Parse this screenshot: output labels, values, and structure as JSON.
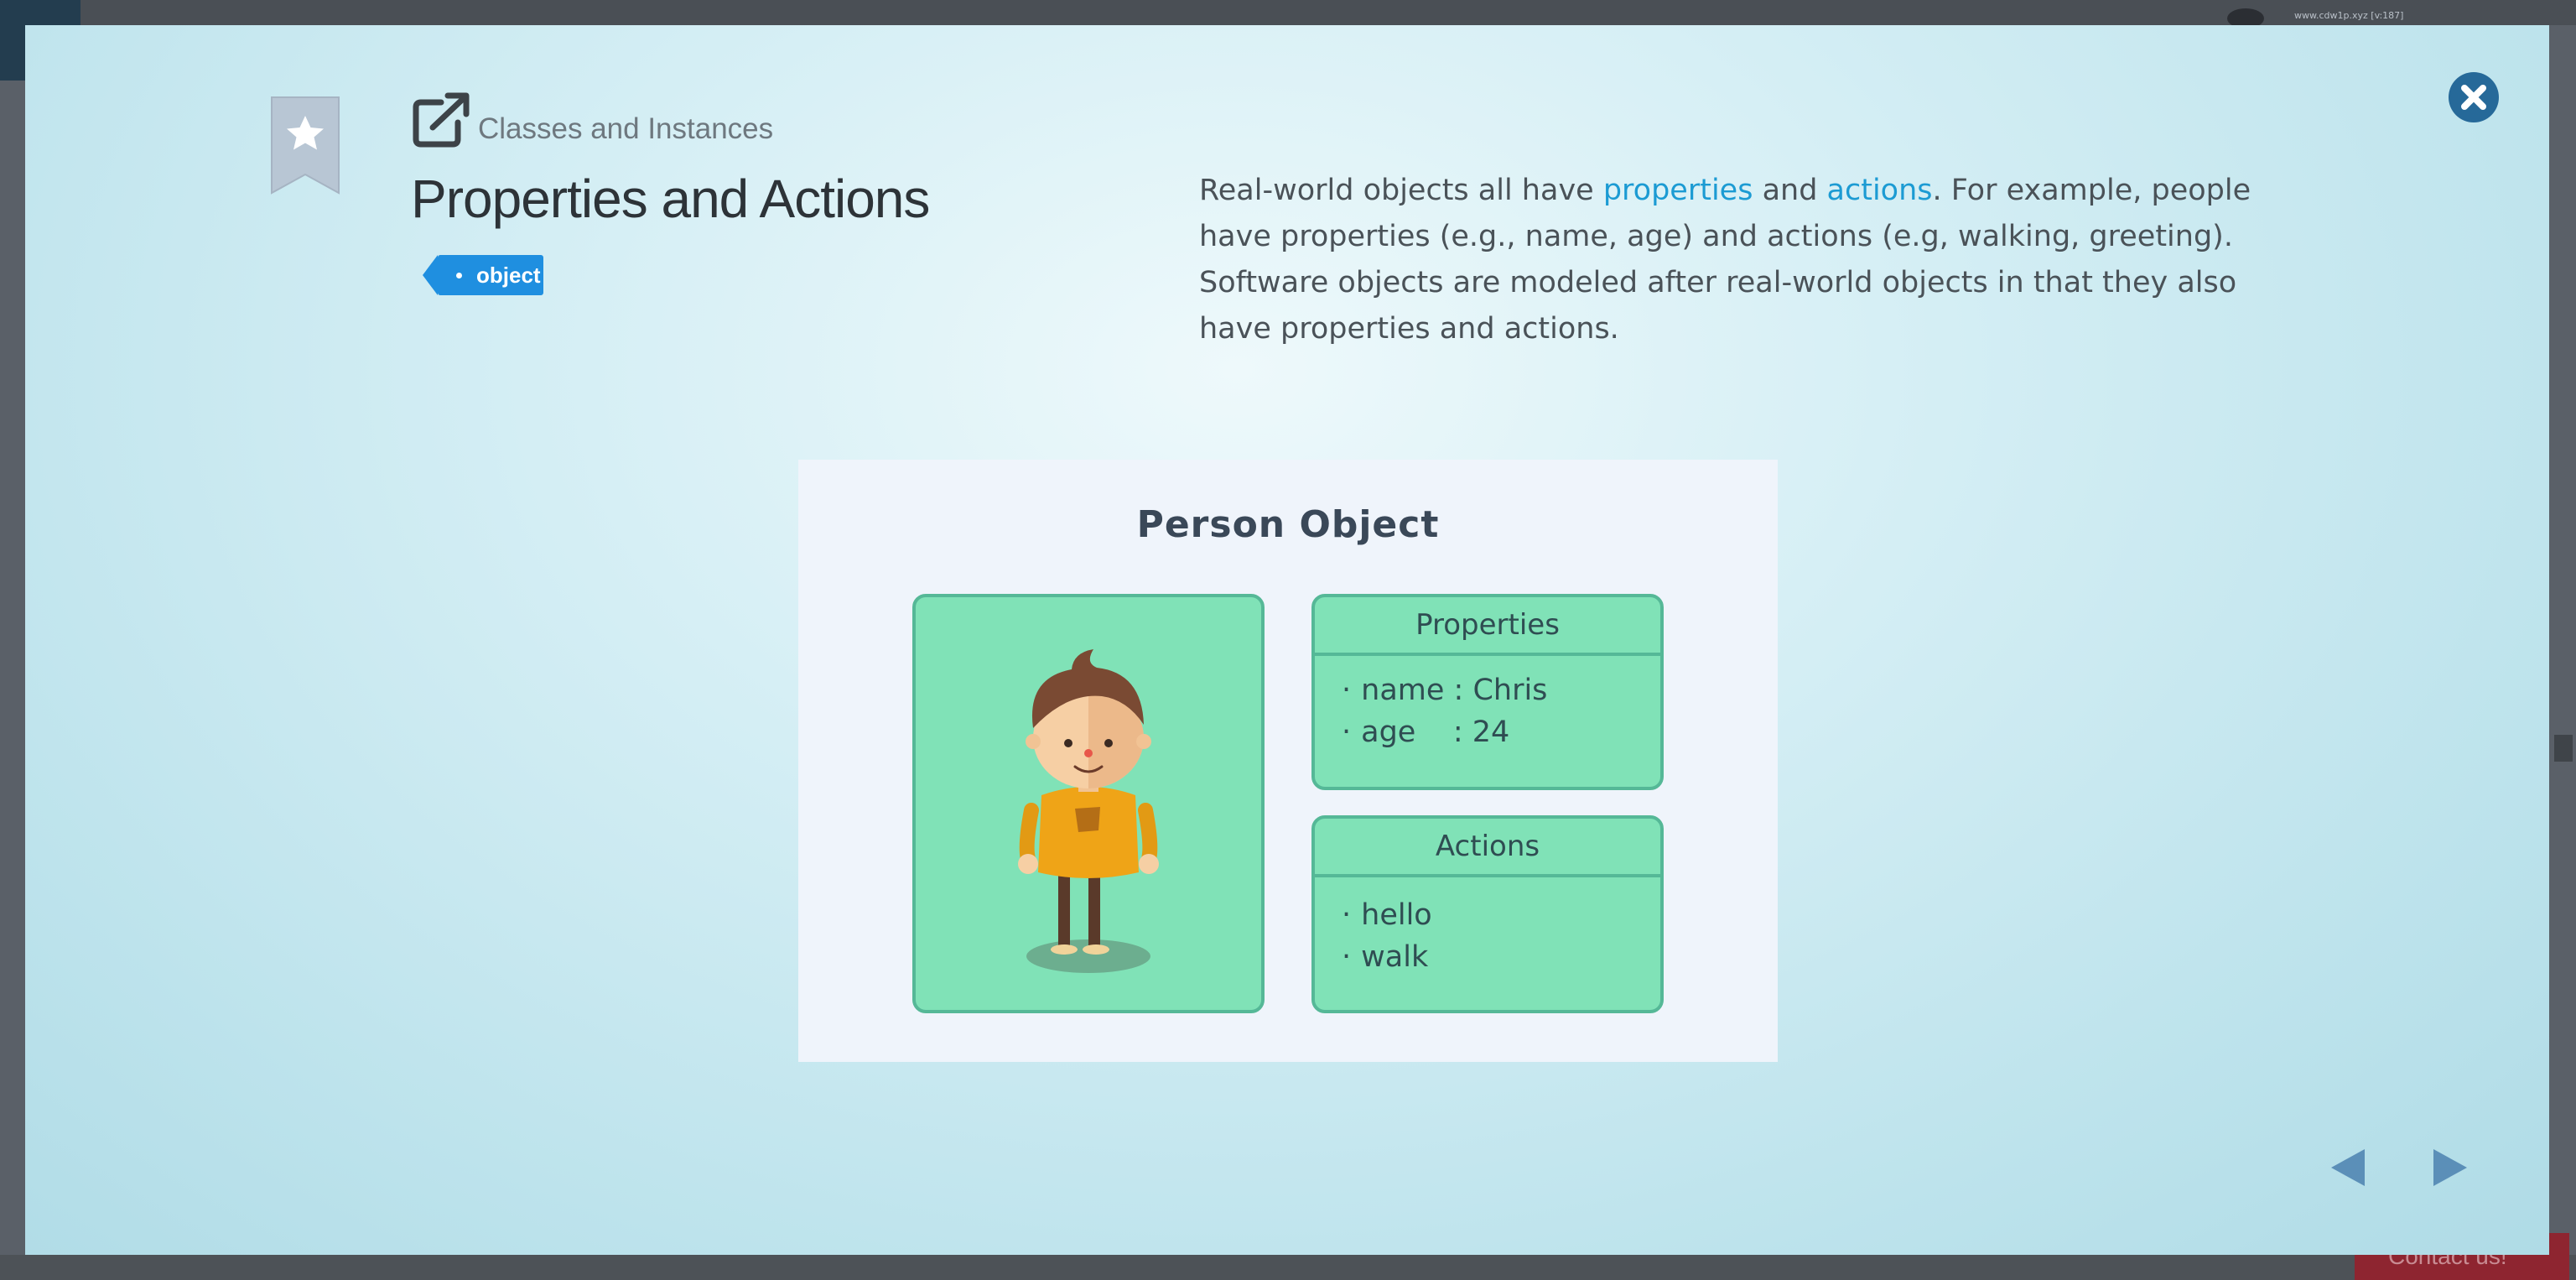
{
  "background_app": {
    "url_text": "www.cdw1p.xyz [v:187]",
    "contact_label": "Contact us!"
  },
  "modal": {
    "breadcrumb": "Classes and Instances",
    "title": "Properties and Actions",
    "tag": "object",
    "description": {
      "part1": "Real-world objects all have ",
      "link1": "properties",
      "part2": " and ",
      "link2": "actions",
      "part3": ". For example, people have properties (e.g., name, age) and actions (e.g, walking, greeting). Software objects are modeled after real-world objects in that they also have properties and actions."
    },
    "diagram": {
      "title": "Person Object",
      "properties_header": "Properties",
      "properties": [
        {
          "bullet": "·",
          "text": "name : Chris"
        },
        {
          "bullet": "·",
          "text": "age    : 24"
        }
      ],
      "actions_header": "Actions",
      "actions": [
        {
          "bullet": "·",
          "text": "hello"
        },
        {
          "bullet": "·",
          "text": "walk"
        }
      ]
    },
    "icons": {
      "bookmark": "bookmark-star-icon",
      "external": "external-link-icon",
      "close": "close-icon",
      "prev": "arrow-left-icon",
      "next": "arrow-right-icon"
    },
    "colors": {
      "accent": "#1c9bd3",
      "tag": "#1f8fe0",
      "close": "#266999",
      "nav": "#5b8fb8",
      "panel": "#80e2b7"
    }
  }
}
